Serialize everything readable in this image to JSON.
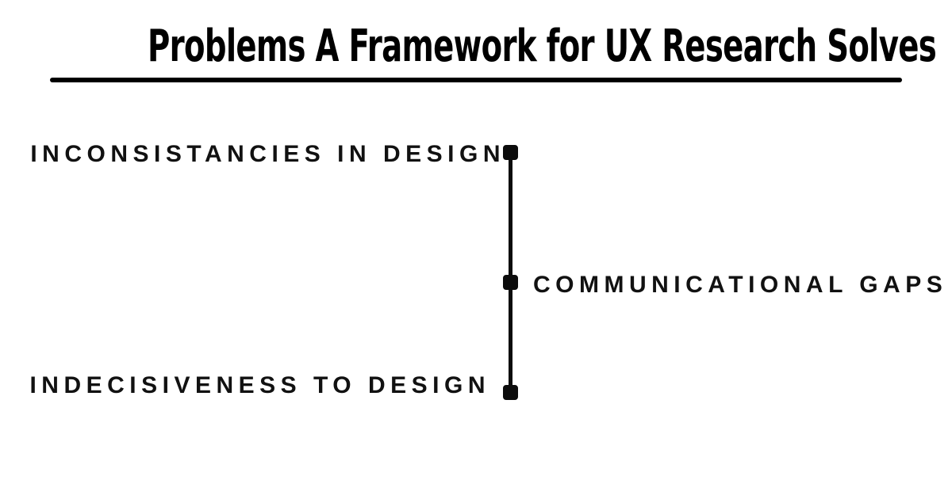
{
  "title": {
    "text": "Problems A Framework for UX Research Solves"
  },
  "diagram": {
    "type": "vertical-timeline",
    "nodes": [
      {
        "label": "INCONSISTANCIES IN DESIGN",
        "side": "left",
        "position": "top"
      },
      {
        "label": "COMMUNICATIONAL GAPS",
        "side": "right",
        "position": "middle"
      },
      {
        "label": "INDECISIVENESS TO DESIGN",
        "side": "left",
        "position": "bottom"
      }
    ],
    "node_count": 3
  },
  "colors": {
    "background": "#ffffff",
    "ink": "#0c0c0c",
    "label_text": "#111111"
  }
}
